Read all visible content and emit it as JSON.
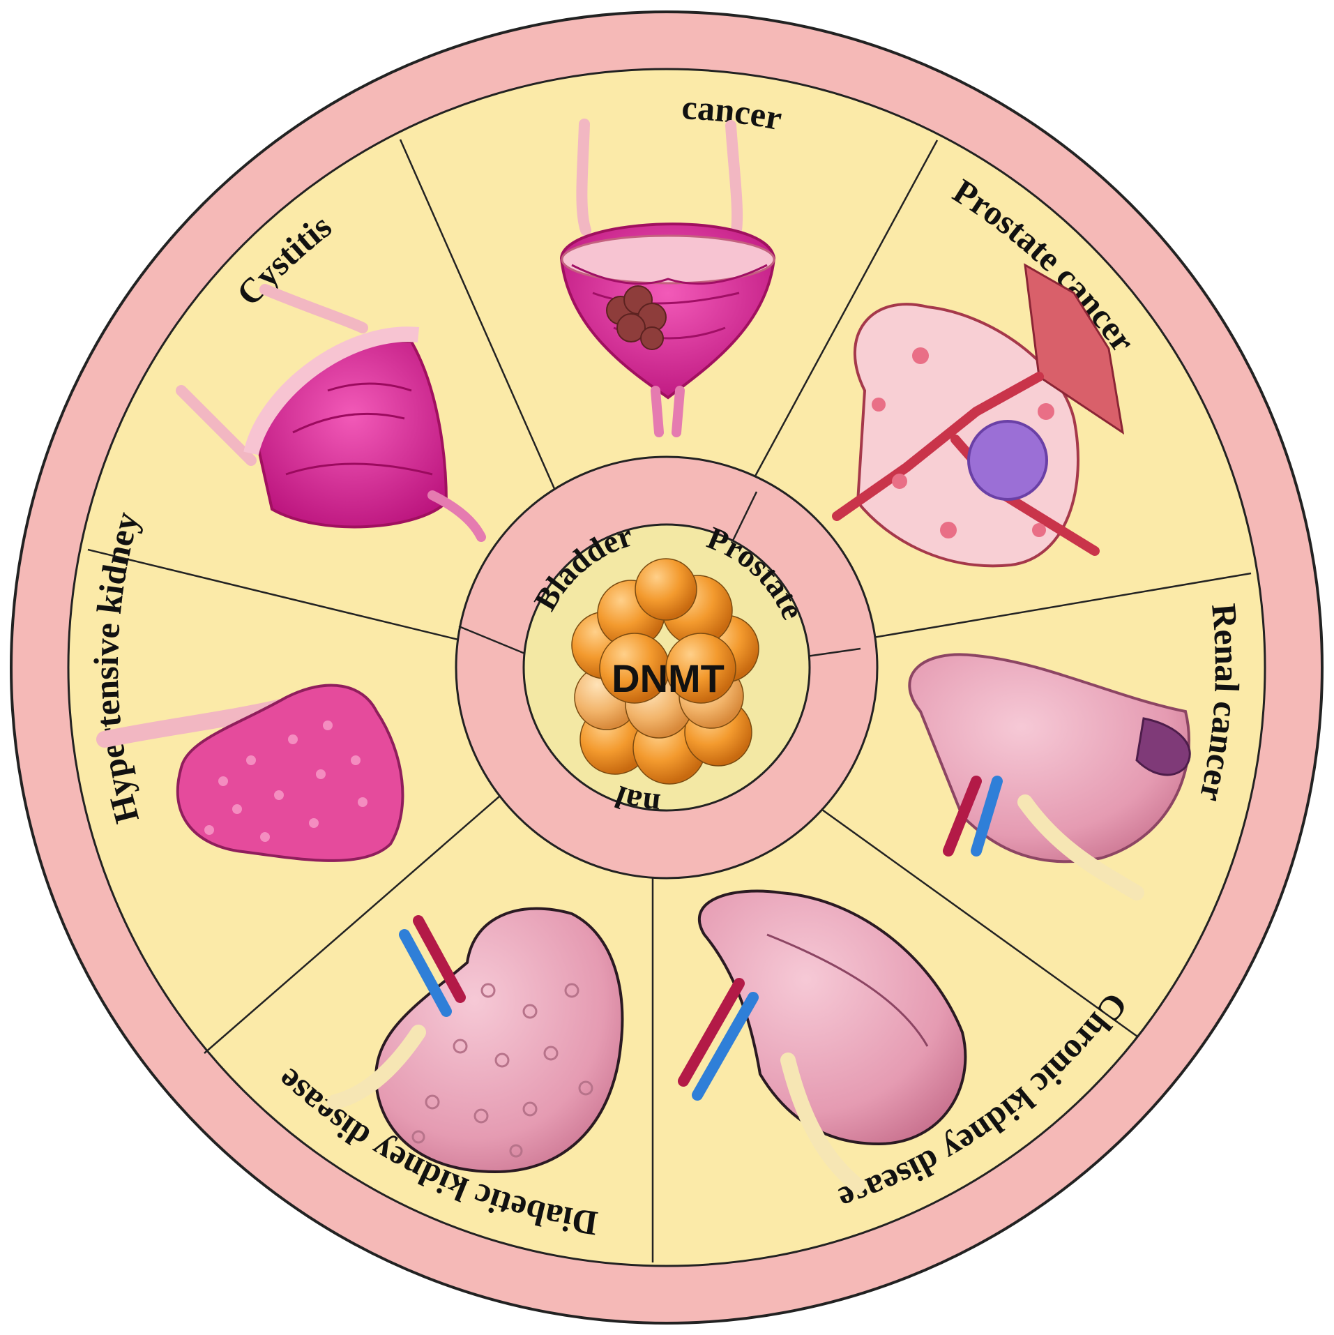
{
  "diagram": {
    "center": {
      "label": "DNMT"
    },
    "organs": [
      {
        "label": "Bladder"
      },
      {
        "label": "Prostate"
      },
      {
        "label": "Renal"
      }
    ],
    "diseases": [
      {
        "label": "Bladder cancer",
        "organ": "Bladder"
      },
      {
        "label": "Prostate cancer",
        "organ": "Prostate"
      },
      {
        "label": "Renal cancer",
        "organ": "Renal"
      },
      {
        "label": "Chronic kidney disease",
        "organ": "Renal"
      },
      {
        "label": "Diabetic kidney disease",
        "organ": "Renal"
      },
      {
        "label": "Hypertensive kidney",
        "organ": "Renal"
      },
      {
        "label": "Cystitis",
        "organ": "Bladder"
      }
    ]
  },
  "colors": {
    "outer_ring": "#f5b9b7",
    "sector_fill": "#fbeaa8",
    "inner_ring": "#f5b9b7",
    "center_fill": "#f3e8a4",
    "sphere": "#f39a2e",
    "bladder_pink": "#e22f9a",
    "kidney_pink": "#e9a2b8",
    "artery": "#b31a47",
    "vein": "#2f7fd8",
    "tumor": "#8e3d3b",
    "prostate_nucleus": "#9b6fd6"
  }
}
